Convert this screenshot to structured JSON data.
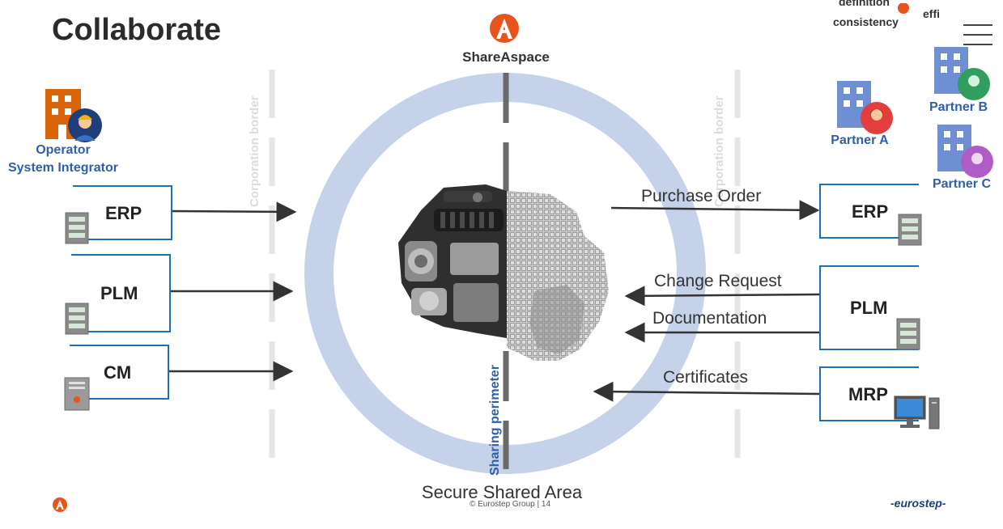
{
  "slide": {
    "title": "Collaborate",
    "brand": "ShareAspace",
    "center_caption": "Secure Shared Area",
    "footer": "© Eurostep Group   |   14",
    "footer_brand": "-eurostep-",
    "corner_top_1": "definition",
    "corner_top_2": "consistency",
    "corner_top_3": "effi"
  },
  "borders": {
    "left_label": "Corporation border",
    "right_label": "Corporation border",
    "sharing_label": "Sharing perimeter"
  },
  "parties": {
    "operator": "Operator",
    "integrator": "System Integrator",
    "partner_a": "Partner A",
    "partner_b": "Partner B",
    "partner_c": "Partner C"
  },
  "left_systems": [
    {
      "label": "ERP"
    },
    {
      "label": "PLM"
    },
    {
      "label": "CM"
    }
  ],
  "right_systems": [
    {
      "label": "ERP"
    },
    {
      "label": "PLM"
    },
    {
      "label": "MRP"
    }
  ],
  "flows": {
    "purchase_order": "Purchase Order",
    "change_request": "Change Request",
    "documentation": "Documentation",
    "certificates": "Certificates"
  },
  "colors": {
    "ring": "#c5d2ea",
    "box_border": "#1f6fb3",
    "party_text": "#2e5fa8",
    "building": "#d9640a",
    "partner_building": "#6f8fd3"
  },
  "icons": {
    "brand_logo": "shareaspace-logo-icon",
    "engine": "engine-image",
    "server": "server-icon",
    "computer": "desktop-computer-icon",
    "menu": "hamburger-menu-icon"
  }
}
